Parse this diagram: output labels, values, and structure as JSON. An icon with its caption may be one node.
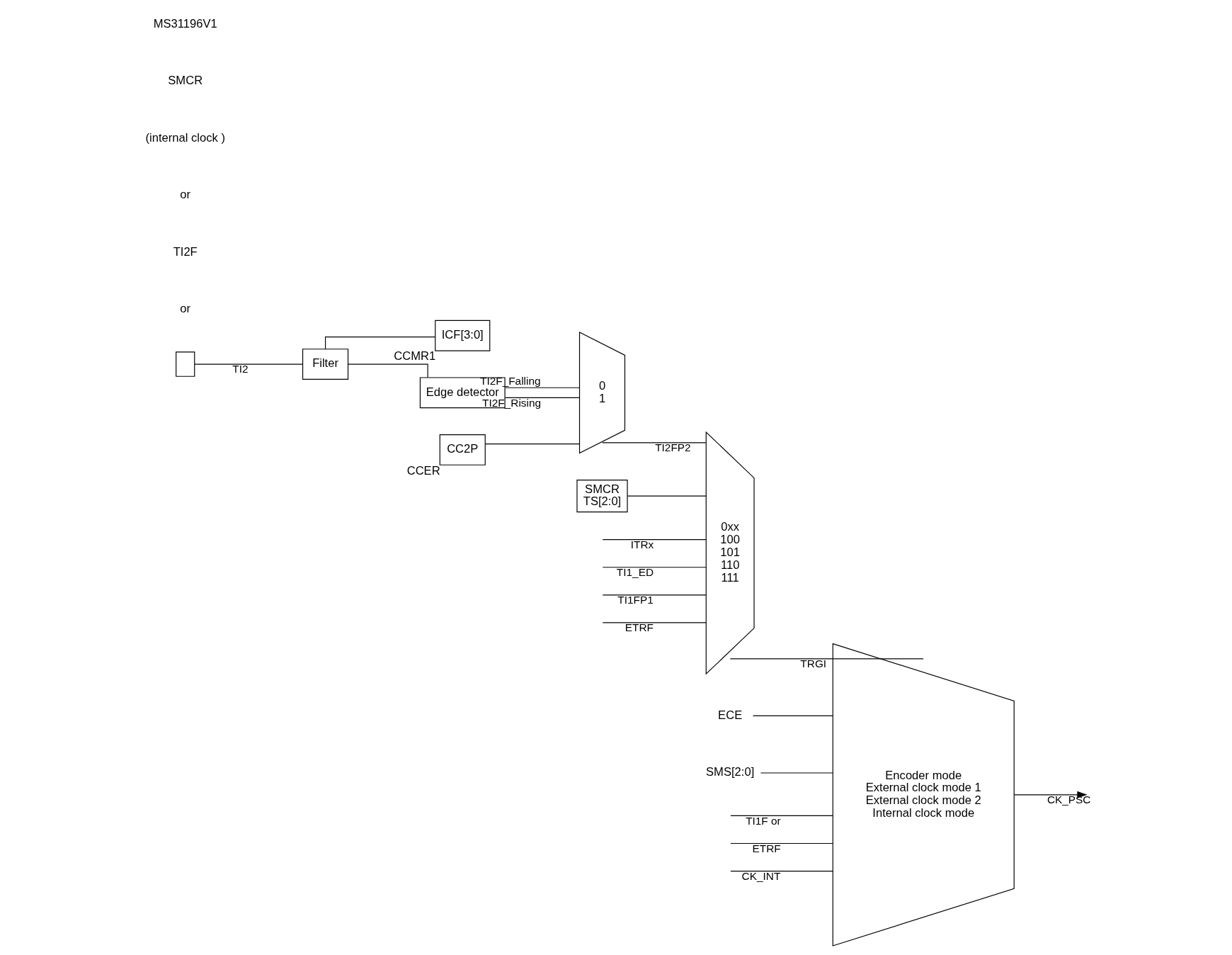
{
  "diagram": {
    "nodes": [
      {
        "text": [],
        "shape": "box"
      },
      {
        "text": [
          "Filter"
        ]
      },
      {
        "text": [
          "ICF[3:0]"
        ],
        "beside": [
          "CCMR1"
        ]
      },
      {
        "text": [
          "Edge detector"
        ]
      },
      {
        "text": [
          "0",
          "1"
        ]
      },
      {
        "text": [
          "CC2P"
        ],
        "beside": [
          "CCER"
        ]
      },
      {
        "text": [
          "SMCR",
          "TS[2:0]"
        ]
      },
      {
        "text": [
          "0xx",
          "100",
          "101",
          "110",
          "111"
        ]
      },
      {
        "text": [
          "Encoder mode",
          "External clock mode 1",
          "External clock mode 2",
          "Internal clock mode"
        ]
      },
      {
        "text": [
          "ECE"
        ]
      },
      {
        "text": [
          "SMS[2:0]"
        ]
      }
    ],
    "edges": [
      {
        "from": 0,
        "to": 1,
        "label": "TI2",
        "arrow": "none"
      },
      {
        "from": 1,
        "to": 3,
        "arrow": "none"
      },
      {
        "from": 1,
        "to": 2,
        "arrow": "none"
      },
      {
        "from": 3,
        "to": 4,
        "label": "TI2F_Rising",
        "arrow": "none"
      },
      {
        "from": 3,
        "to": 4,
        "label": "TI2F_Falling",
        "arrow": "none"
      },
      {
        "from": 5,
        "to": 4,
        "arrow": "none"
      },
      {
        "from": 6,
        "to": 7,
        "arrow": "none"
      },
      {
        "from": null,
        "to": 7,
        "label": "ITRx",
        "arrow": "none"
      },
      {
        "from": null,
        "to": 7,
        "label": "TI1_ED",
        "arrow": "none"
      },
      {
        "from": null,
        "to": 7,
        "label": "TI1FP1",
        "arrow": "none"
      },
      {
        "from": 4,
        "to": 7,
        "label": "TI2FP2",
        "arrow": "none"
      },
      {
        "from": null,
        "to": 7,
        "label": "ETRF",
        "arrow": "none"
      },
      {
        "from": null,
        "to": 8,
        "label": "TI1F or",
        "arrow": "none"
      },
      {
        "from": 7,
        "to": 8,
        "label": "TRGI",
        "arrow": "none"
      },
      {
        "from": null,
        "to": 8,
        "label": "ETRF",
        "arrow": "none"
      },
      {
        "from": null,
        "to": 8,
        "label": "CK_INT",
        "arrow": "none"
      },
      {
        "from": 8,
        "to": null,
        "label": "CK_PSC",
        "arrow": "to"
      },
      {
        "from": 9,
        "to": 8,
        "arrow": "none"
      },
      {
        "from": 10,
        "to": 8,
        "arrow": "none"
      }
    ],
    "labels": [
      "or",
      "TI2F",
      "or",
      "(internal clock )",
      "SMCR",
      "MS31196V1"
    ]
  }
}
